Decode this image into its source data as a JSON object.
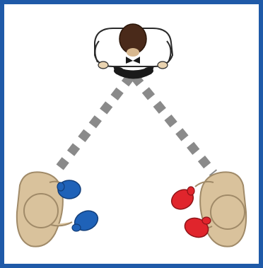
{
  "colors": {
    "frame_border": "#1f5aa8",
    "background": "#ffffff",
    "dash_line": "#8a8a8a",
    "referee_shirt": "#ffffff",
    "referee_outline": "#2a2a2a",
    "referee_hair": "#4a2a1a",
    "referee_trousers": "#1a1a1a",
    "skin": "#d9c29c",
    "skin_outline": "#a08a68",
    "blue_glove": "#1f62b8",
    "red_glove": "#e0252c"
  },
  "figures": {
    "referee": {
      "icon": "referee-top-view-icon",
      "position_word": "top-center"
    },
    "blue_boxer": {
      "icon": "boxer-top-view-icon",
      "glove_color": "blue",
      "position_word": "bottom-left"
    },
    "red_boxer": {
      "icon": "boxer-top-view-icon",
      "glove_color": "red",
      "position_word": "bottom-right"
    }
  },
  "connectors": [
    {
      "from": "referee",
      "to": "blue_boxer",
      "style": "dashed"
    },
    {
      "from": "referee",
      "to": "red_boxer",
      "style": "dashed"
    }
  ]
}
